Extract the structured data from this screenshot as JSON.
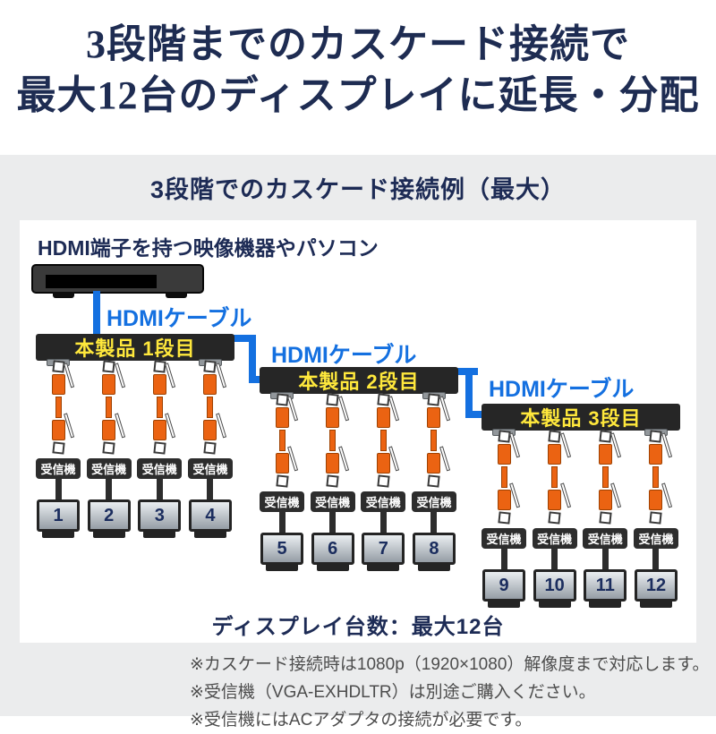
{
  "header": {
    "line1": "3段階までのカスケード接続で",
    "line2": "最大12台のディスプレイに延長・分配"
  },
  "section": {
    "title": "3段階でのカスケード接続例（最大）"
  },
  "diagram": {
    "source_label": "HDMI端子を持つ映像機器やパソコン",
    "cable_label": "HDMIケーブル",
    "receiver_label": "受信機",
    "units": [
      {
        "label": "本製品 1段目",
        "displays": [
          "1",
          "2",
          "3",
          "4"
        ]
      },
      {
        "label": "本製品 2段目",
        "displays": [
          "5",
          "6",
          "7",
          "8"
        ]
      },
      {
        "label": "本製品 3段目",
        "displays": [
          "9",
          "10",
          "11",
          "12"
        ]
      }
    ],
    "total_label": "ディスプレイ台数：最大12台"
  },
  "notes": [
    "※カスケード接続時は1080p（1920×1080）解像度まで対応します。",
    "※受信機（VGA-EXHDLTR）は別途ご購入ください。",
    "※受信機にはACアダプタの接続が必要です。"
  ],
  "colors": {
    "navy": "#1d2b55",
    "blue": "#1470e0",
    "orange": "#eb6312",
    "yellow": "#ffe83c",
    "bar_black": "#262626",
    "gray_background": "#ebeced",
    "note_gray": "#4d4d4d"
  }
}
